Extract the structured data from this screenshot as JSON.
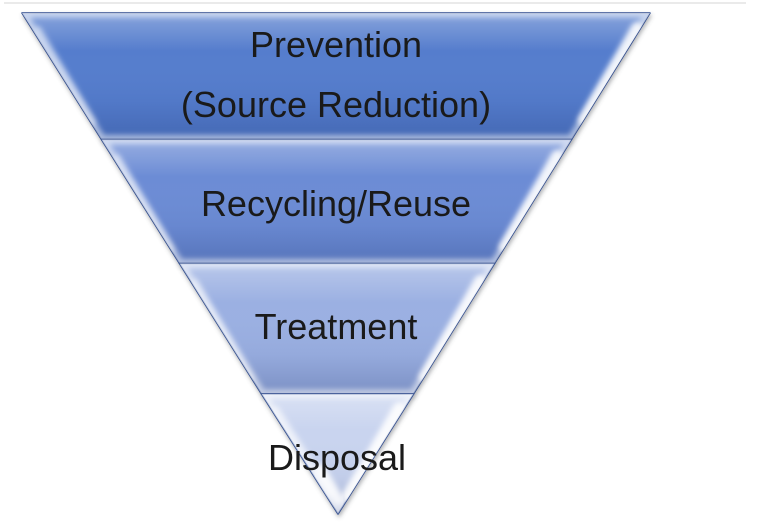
{
  "app": {
    "background": "#FFFFFF"
  },
  "diagram": {
    "type": "inverted-pyramid-funnel",
    "orientation": "point-down",
    "levels": [
      {
        "rank": 1,
        "label": "Prevention",
        "sublabel": "(Source Reduction)",
        "fill": "#557DCD"
      },
      {
        "rank": 2,
        "label": "Recycling/Reuse",
        "fill": "#6C8CD5"
      },
      {
        "rank": 3,
        "label": "Treatment",
        "fill": "#9BB0E2"
      },
      {
        "rank": 4,
        "label": "Disposal",
        "fill": "#C9D4EF"
      }
    ],
    "border_color": "#2D4B8E",
    "text_color": "#1A1A1A"
  }
}
